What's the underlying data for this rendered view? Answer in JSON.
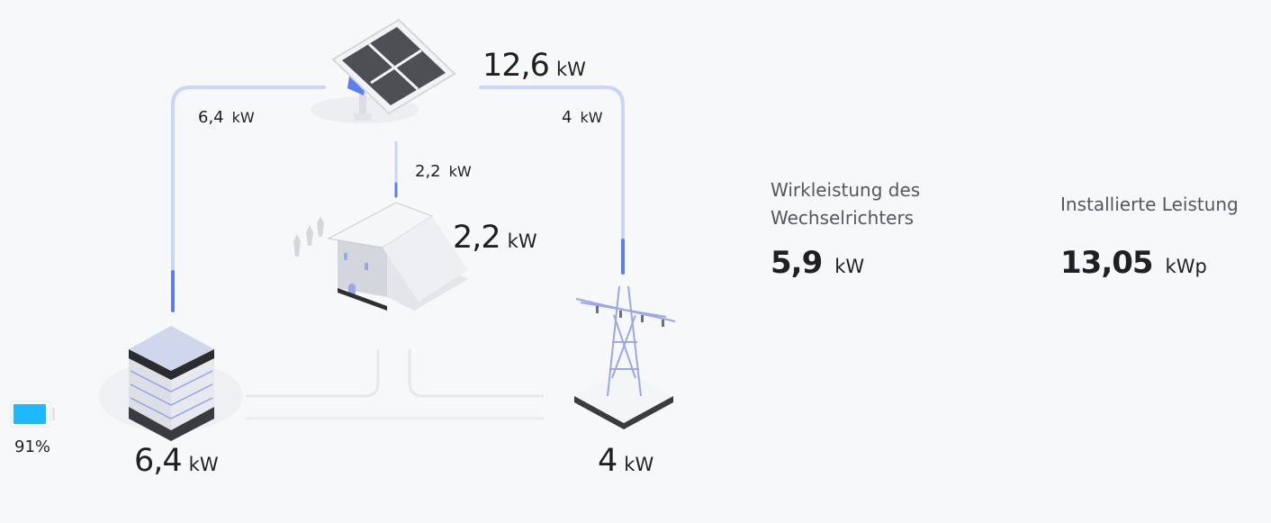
{
  "flow": {
    "solar": {
      "value": "12,6",
      "unit": "kW"
    },
    "solar_to_battery": {
      "value": "6,4",
      "unit": "kW"
    },
    "solar_to_grid": {
      "value": "4",
      "unit": "kW"
    },
    "solar_to_home": {
      "value": "2,2",
      "unit": "kW"
    },
    "home": {
      "value": "2,2",
      "unit": "kW"
    },
    "battery": {
      "value": "6,4",
      "unit": "kW",
      "soc": "91%",
      "soc_fraction": 0.91
    },
    "grid": {
      "value": "4",
      "unit": "kW"
    }
  },
  "stats": [
    {
      "label_line1": "Wirkleistung des",
      "label_line2": "Wechselrichters",
      "value": "5,9",
      "unit": "kW"
    },
    {
      "label_line1": "Installierte Leistung",
      "value": "13,05",
      "unit": "kWp"
    }
  ],
  "colors": {
    "line_light": "#c9d6fb",
    "line_active": "#5b7ef0",
    "battery_fill": "#1eb8ff",
    "idle_line": "#e6e7ea"
  }
}
